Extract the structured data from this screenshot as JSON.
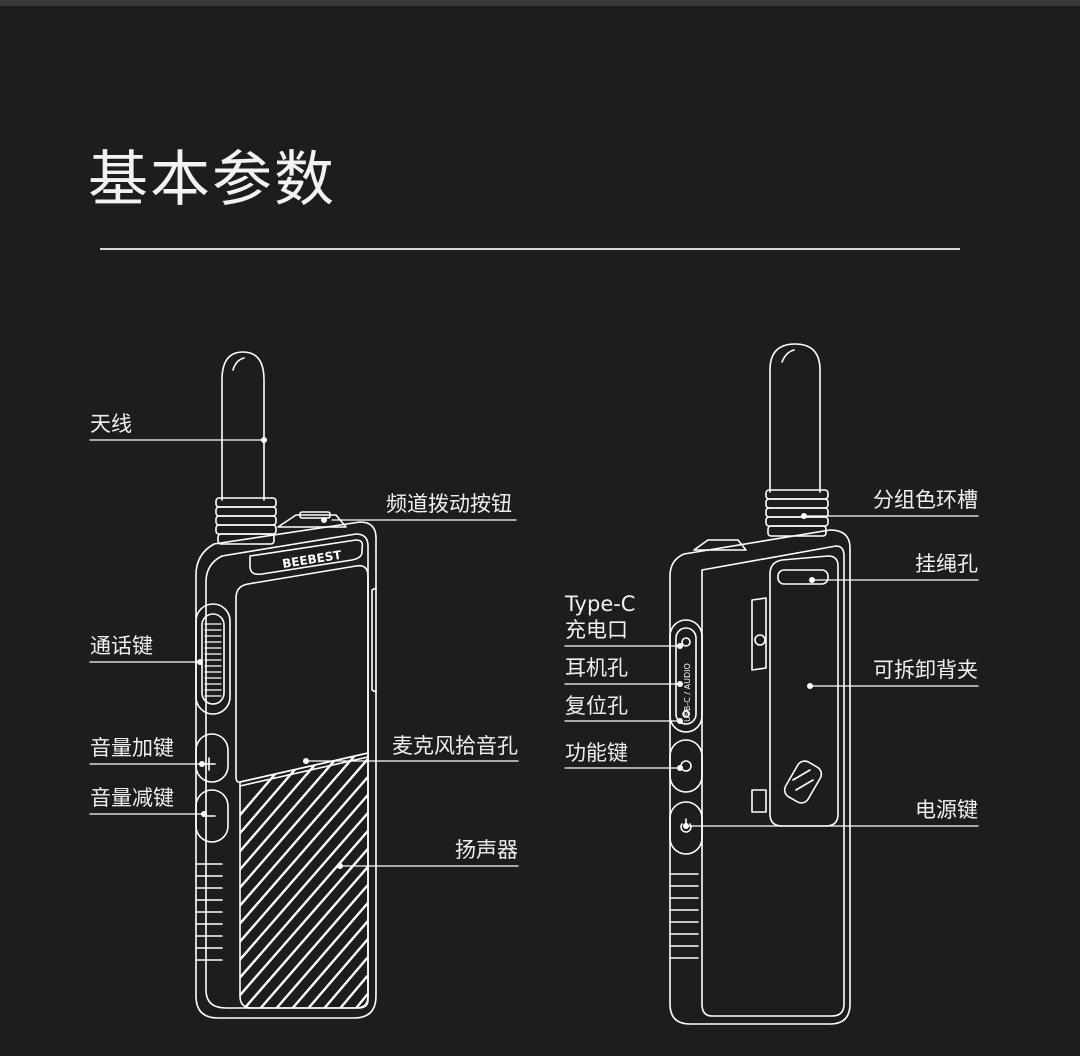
{
  "page": {
    "title": "基本参数"
  },
  "brand": "BEEBEST",
  "port_text": "USB-C / AUDIO",
  "front_callouts": [
    "天线",
    "频道拨动按钮",
    "通话键",
    "音量加键",
    "音量减键",
    "麦克风拾音孔",
    "扬声器"
  ],
  "back_callouts": {
    "type_c": [
      "Type-C",
      "充电口"
    ],
    "items": [
      "耳机孔",
      "复位孔",
      "功能键",
      "分组色环槽",
      "挂绳孔",
      "可拆卸背夹",
      "电源键"
    ]
  },
  "colors": {
    "background": "#1d1d1d",
    "line": "#ffffff",
    "text": "#f0f0f0"
  }
}
